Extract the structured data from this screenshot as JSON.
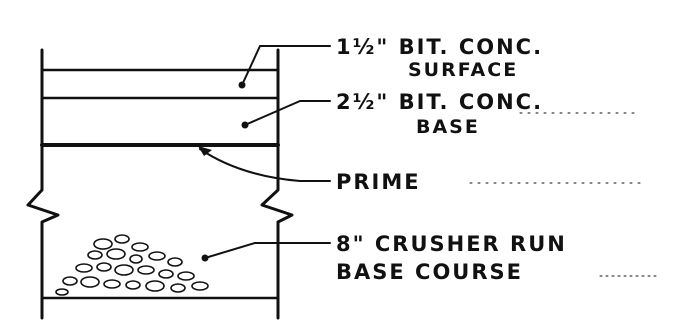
{
  "labels": {
    "surface_line1": "1½\" BIT. CONC.",
    "surface_line2": "SURFACE",
    "base_line1": "2½\" BIT. CONC.",
    "base_line2": "BASE",
    "prime": "PRIME",
    "course_line1": "8\" CRUSHER RUN",
    "course_line2": "BASE COURSE"
  },
  "colors": {
    "ink": "#111111",
    "paper": "#ffffff"
  }
}
